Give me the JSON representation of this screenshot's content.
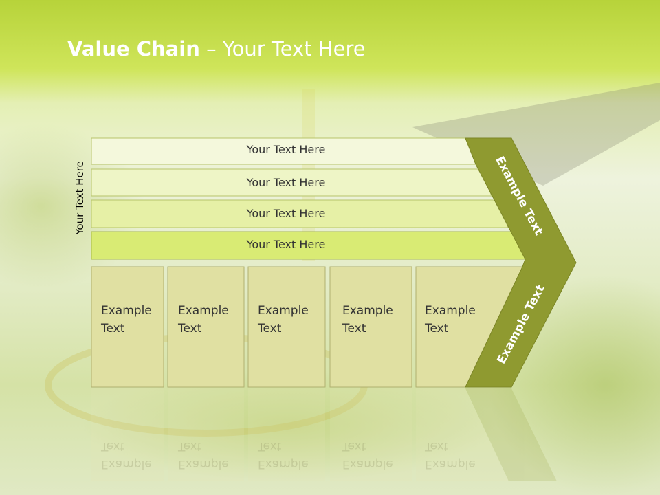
{
  "slide": {
    "title_bold": "Value Chain",
    "title_rest": " – Your Text Here",
    "vertical_label": "Your Text Here",
    "rows": [
      "Your Text Here",
      "Your Text Here",
      "Your Text Here",
      "Your Text Here"
    ],
    "boxes": [
      {
        "line1": "Example",
        "line2": "Text"
      },
      {
        "line1": "Example",
        "line2": "Text"
      },
      {
        "line1": "Example",
        "line2": "Text"
      },
      {
        "line1": "Example",
        "line2": "Text"
      },
      {
        "line1": "Example",
        "line2": "Text"
      }
    ],
    "chevron_upper_label": "Example Text",
    "chevron_lower_label": "Example Text"
  },
  "colors": {
    "chevron": "#8f9a30",
    "row1": "#f4f8dc",
    "row2": "#eef5c6",
    "row3": "#e6f0a6",
    "row4": "#d9eb74",
    "box_fill": "#e0e0a2"
  }
}
